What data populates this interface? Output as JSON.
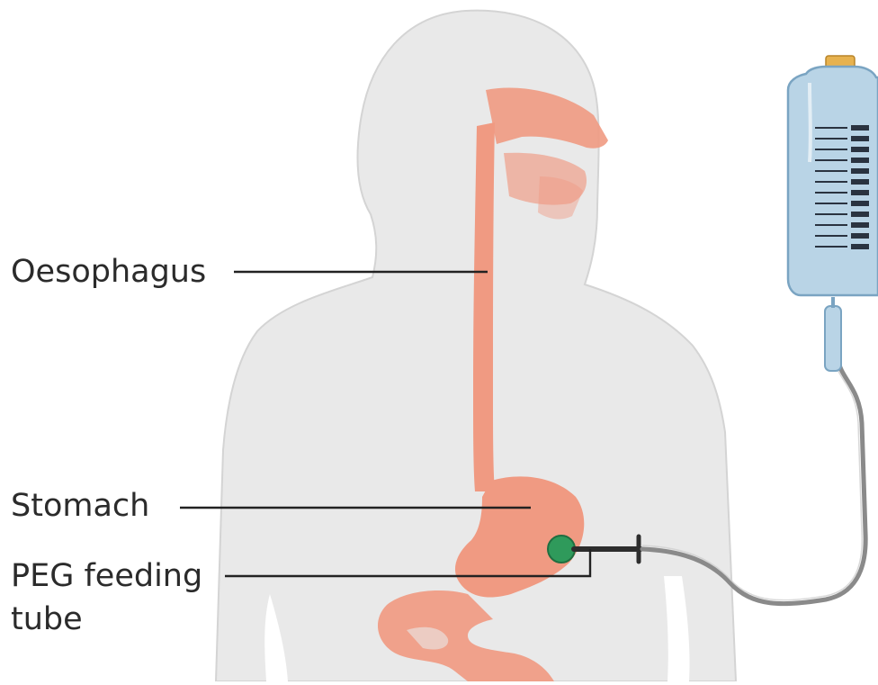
{
  "diagram": {
    "labels": {
      "oesophagus": "Oesophagus",
      "stomach": "Stomach",
      "peg_tube": "PEG feeding\ntube"
    },
    "colors": {
      "body": "#e9e9e9",
      "body_outline": "#d4d4d4",
      "organ": "#f09a82",
      "organ_dark": "#e4856b",
      "bag": "#b9d4e6",
      "bag_outline": "#7aa4c2",
      "cap": "#e7b24f",
      "tube": "#8a8a8a",
      "balloon": "#2f9a5b",
      "scale_lines": "#2a3340"
    }
  }
}
